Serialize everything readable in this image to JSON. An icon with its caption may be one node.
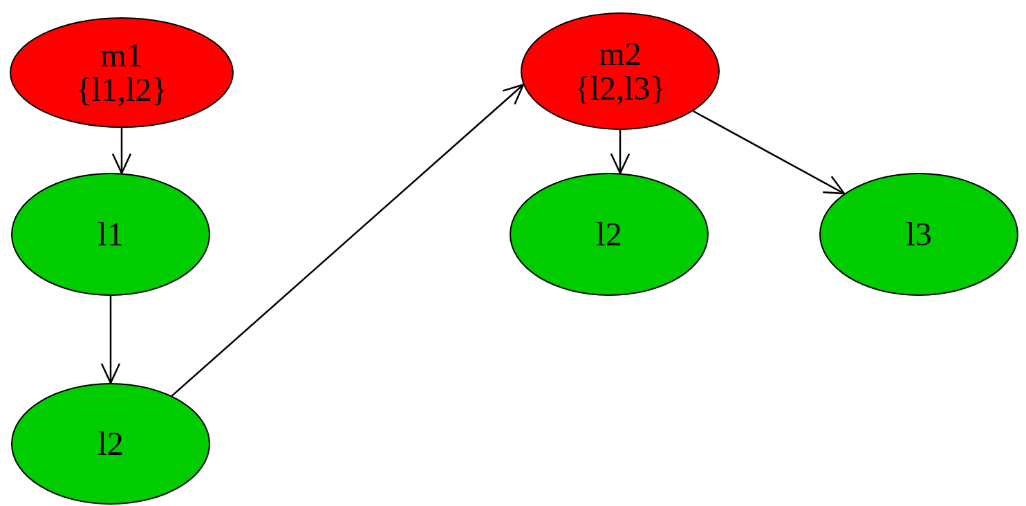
{
  "diagram": {
    "nodes": [
      {
        "text": [
          "m1",
          "{l1,l2}"
        ]
      },
      {
        "text": [
          "l1"
        ]
      },
      {
        "text": [
          "l2"
        ]
      },
      {
        "text": [
          "m2",
          "{l2,l3}"
        ]
      },
      {
        "text": [
          "l2"
        ]
      },
      {
        "text": [
          "l3"
        ]
      }
    ],
    "edges": [
      {
        "from": 0,
        "to": 1,
        "arrow": "to"
      },
      {
        "from": 1,
        "to": 2,
        "arrow": "to"
      },
      {
        "from": 2,
        "to": 3,
        "arrow": "to"
      },
      {
        "from": 3,
        "to": 4,
        "arrow": "to"
      },
      {
        "from": 3,
        "to": 5,
        "arrow": "to"
      }
    ]
  }
}
